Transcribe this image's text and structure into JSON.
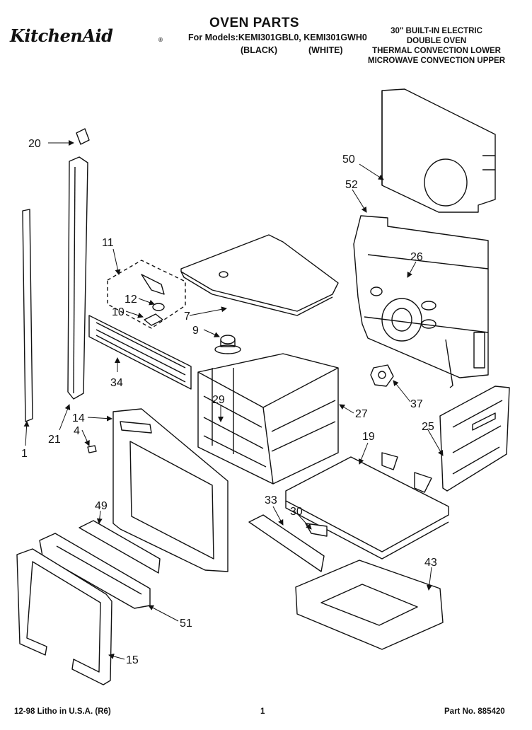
{
  "header": {
    "brand": "KitchenAid",
    "brand_mark": "®",
    "title": "OVEN PARTS",
    "models": "For Models:KEMI301GBL0, KEMI301GWH0",
    "color_black": "(BLACK)",
    "color_white": "(WHITE)",
    "description": [
      "30\" BUILT-IN ELECTRIC",
      "DOUBLE OVEN",
      "THERMAL CONVECTION LOWER",
      "MICROWAVE CONVECTION UPPER"
    ]
  },
  "callouts": [
    "20",
    "11",
    "12",
    "10",
    "7",
    "9",
    "34",
    "14",
    "4",
    "21",
    "1",
    "29",
    "27",
    "50",
    "52",
    "26",
    "37",
    "25",
    "19",
    "33",
    "30",
    "49",
    "43",
    "51",
    "15"
  ],
  "footer": {
    "left": "12-98 Litho in U.S.A. (R6)",
    "page": "1",
    "part_no": "Part No. 885420"
  }
}
